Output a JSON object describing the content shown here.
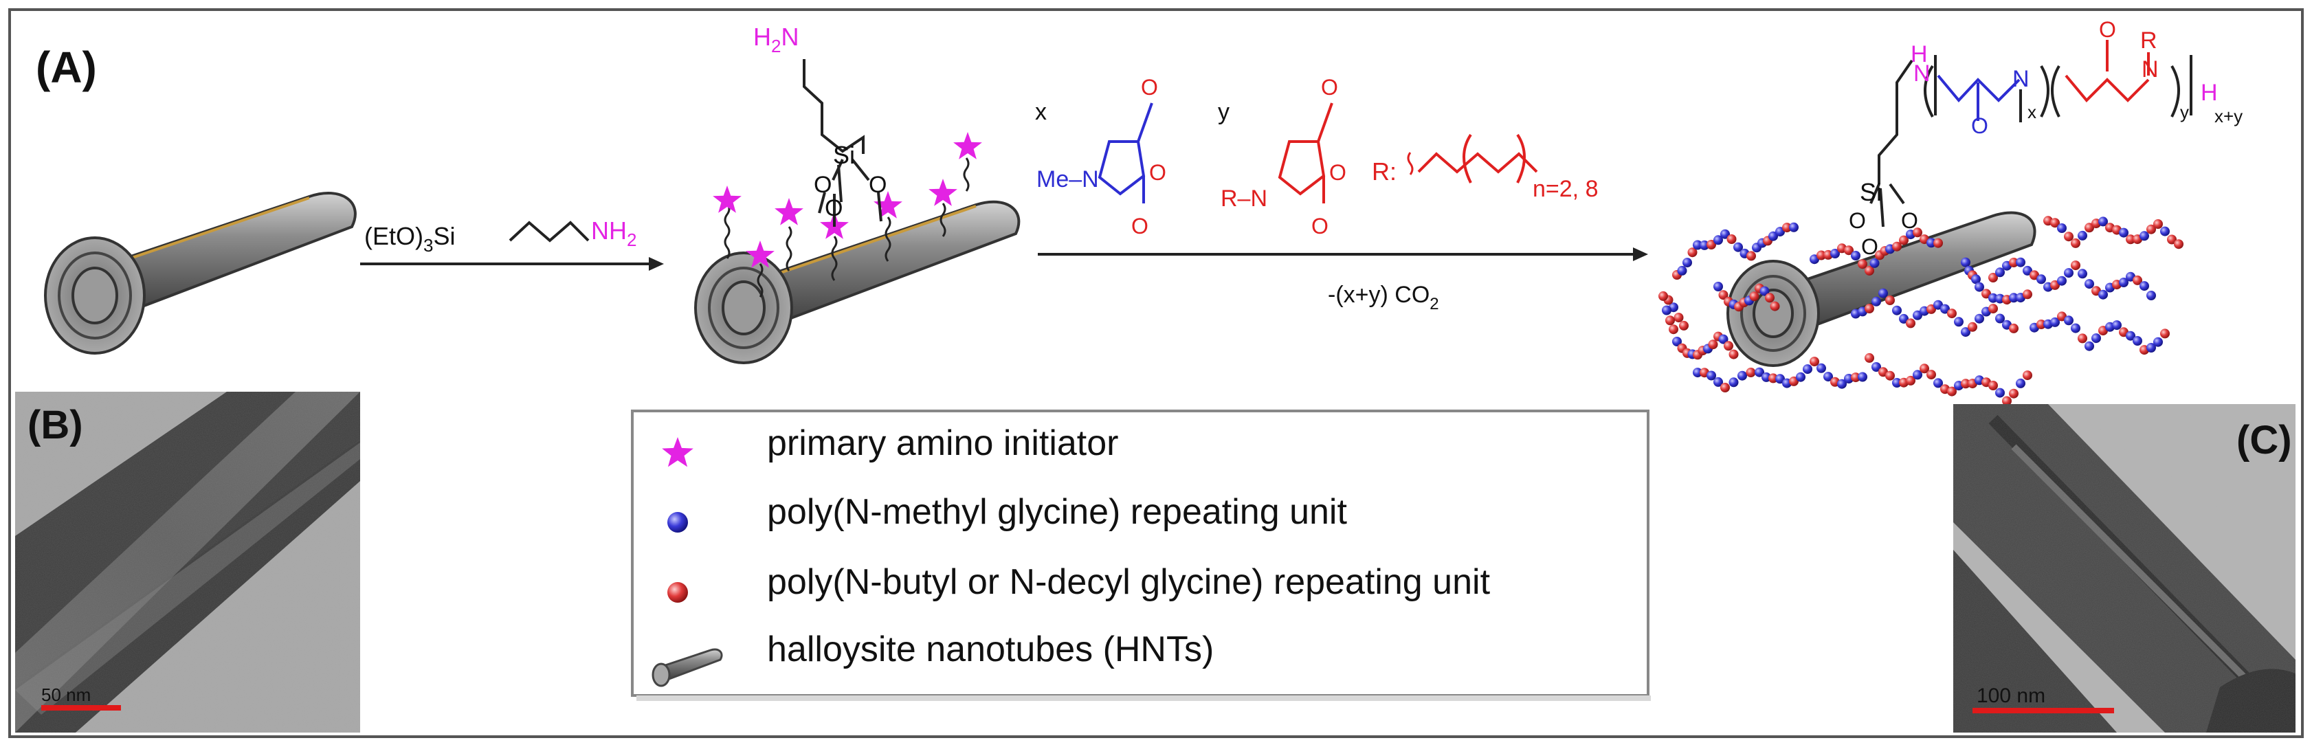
{
  "panels": {
    "a": "(A)",
    "b": "(B)",
    "c": "(C)"
  },
  "step1": {
    "reagent_prefix": "(EtO)",
    "reagent_sub": "3",
    "reagent_si": "Si",
    "reagent_amine": "NH",
    "reagent_amine_sub": "2"
  },
  "surface": {
    "amine_label": "H",
    "amine_sub": "2",
    "amine_n": "N",
    "si": "Si",
    "o": "O"
  },
  "step2": {
    "x": "x",
    "y": "y",
    "me_n": "Me–N",
    "r_n": "R–N",
    "o": "O",
    "r_label": "R:",
    "r_range": "n=2, 8",
    "byproduct_prefix": "-(x+y) CO",
    "byproduct_sub": "2"
  },
  "product": {
    "h": "H",
    "n": "N",
    "o": "O",
    "r": "R",
    "x": "x",
    "y": "y",
    "end_h": "H",
    "xy": "x+y",
    "si": "Si"
  },
  "legend": {
    "items": [
      {
        "label": "primary amino initiator",
        "symbol": "star",
        "color": "#e323e3"
      },
      {
        "label": "poly(N-methyl glycine) repeating unit",
        "symbol": "sphere",
        "color": "#3a3ad8"
      },
      {
        "label": "poly(N-butyl or N-decyl glycine) repeating unit",
        "symbol": "sphere",
        "color": "#e03a3a"
      },
      {
        "label": "halloysite nanotubes (HNTs)",
        "symbol": "tube",
        "color": "#808080"
      }
    ]
  },
  "micrographs": {
    "b_scale": "50 nm",
    "c_scale": "100 nm"
  },
  "colors": {
    "magenta": "#e323e3",
    "blue": "#2d2dd2",
    "red": "#e02020",
    "scalebar": "#e01a1a"
  }
}
